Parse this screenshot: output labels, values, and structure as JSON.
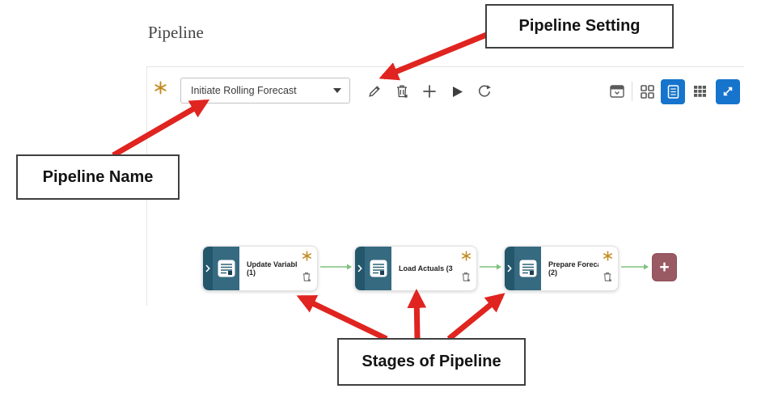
{
  "header": {
    "title": "Pipeline"
  },
  "toolbar": {
    "pipeline_selector": {
      "value": "Initiate Rolling Forecast"
    },
    "left_icons": [
      "edit-pencil",
      "delete-trash",
      "add-plus",
      "run-play",
      "refresh"
    ],
    "right_icons": [
      "collapse-panel",
      "card-view",
      "list-view-active",
      "table-view",
      "expand-fullscreen"
    ]
  },
  "stages": [
    {
      "title": "Update Variabl…",
      "subtitle": "(1)"
    },
    {
      "title": "Load Actuals (3",
      "subtitle": ""
    },
    {
      "title": "Prepare Foreca…",
      "subtitle": "(2)"
    }
  ],
  "add_stage": {
    "symbol": "+"
  },
  "annotations": {
    "pipeline_setting": {
      "label": "Pipeline Setting"
    },
    "pipeline_name": {
      "label": "Pipeline Name"
    },
    "stages_of_pipeline": {
      "label": "Stages of Pipeline"
    }
  },
  "colors": {
    "accent_blue": "#1674CC",
    "gold_asterisk": "#C28A1E",
    "stage_teal": "#366A80",
    "stage_spine_teal": "#24576C",
    "add_stage_maroon": "#9A5A63",
    "connector_green": "#7EC17E",
    "annotation_red": "#E02420"
  }
}
